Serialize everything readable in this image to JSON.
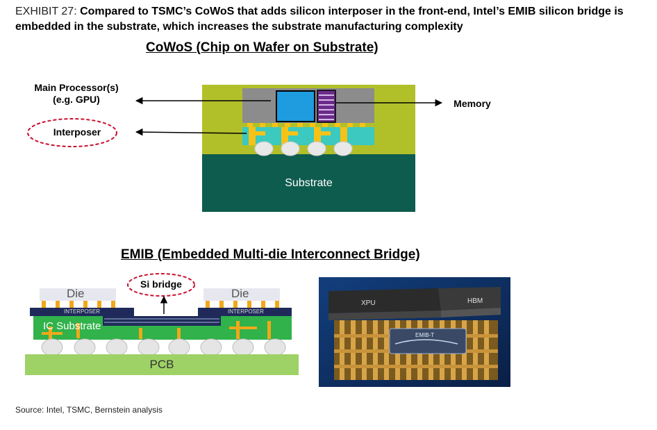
{
  "header": {
    "exhibit": "EXHIBIT 27:",
    "title_line1": "Compared to TSMC’s CoWoS that adds silicon interposer in the front-end, Intel’s EMIB silicon bridge is",
    "title_line2": "embedded in the substrate, which increases the substrate manufacturing complexity"
  },
  "cowos": {
    "title": "CoWoS (Chip on Wafer on Substrate)",
    "label_main_processor_1": "Main Processor(s)",
    "label_main_processor_2": "(e.g. GPU)",
    "label_interposer": "Interposer",
    "label_memory": "Memory",
    "label_substrate": "Substrate",
    "colors": {
      "outer": "#b1c029",
      "substrate": "#0e5c4e",
      "gray": "#8c8c8c",
      "gpu": "#1f9be0",
      "memory": "#6b2c8a",
      "interposer": "#3cc9c0",
      "bump": "#f5c218"
    }
  },
  "emib": {
    "title": "EMIB (Embedded Multi-die Interconnect Bridge)",
    "label_si_bridge": "Si bridge",
    "label_die_left": "Die",
    "label_die_right": "Die",
    "label_interposer_left": "INTERPOSER",
    "label_interposer_right": "INTERPOSER",
    "label_ic_substrate": "IC Substrate",
    "label_pcb": "PCB",
    "photo_xpu": "XPU",
    "photo_hbm": "HBM",
    "photo_emib": "EMIB-T"
  },
  "footer": {
    "source": "Source: Intel, TSMC, Bernstein analysis"
  }
}
